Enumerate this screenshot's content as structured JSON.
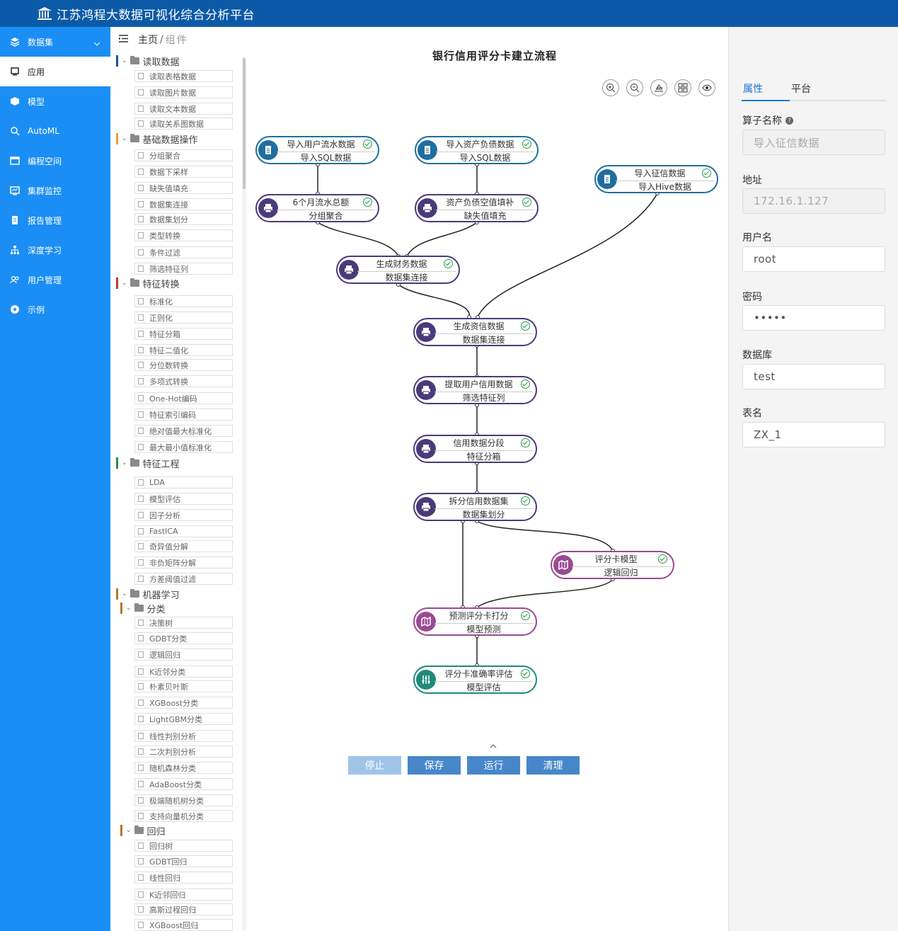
{
  "app": {
    "title": "江苏鸿程大数据可视化综合分析平台"
  },
  "sidebar": {
    "items": [
      {
        "label": "数据集",
        "icon": "layers-icon"
      },
      {
        "label": "应用",
        "icon": "monitor-icon"
      },
      {
        "label": "模型",
        "icon": "cube-icon"
      },
      {
        "label": "AutoML",
        "icon": "robot-icon"
      },
      {
        "label": "编程空间",
        "icon": "code-icon"
      },
      {
        "label": "集群监控",
        "icon": "dashboard-icon"
      },
      {
        "label": "报告管理",
        "icon": "report-icon"
      },
      {
        "label": "深度学习",
        "icon": "sitemap-icon"
      },
      {
        "label": "用户管理",
        "icon": "users-icon"
      },
      {
        "label": "示例",
        "icon": "compass-icon"
      }
    ]
  },
  "breadcrumb": {
    "home": "主页",
    "sep": "/",
    "current": "组件"
  },
  "tree": {
    "categories": [
      {
        "label": "读取数据",
        "color": "#1f4e99"
      },
      {
        "label": "基础数据操作",
        "color": "#f0a030"
      },
      {
        "label": "特征转换",
        "color": "#c0392b"
      },
      {
        "label": "特征工程",
        "color": "#2e8b3a"
      },
      {
        "label": "机器学习",
        "color": "#b8742a"
      },
      {
        "label": "分类",
        "color": "#b8742a"
      },
      {
        "label": "回归",
        "color": "#b8742a"
      }
    ],
    "leaves": [
      "读取表格数据",
      "读取图片数据",
      "读取文本数据",
      "读取关系图数据",
      "分组聚合",
      "数据下采样",
      "缺失值填充",
      "数据集连接",
      "数据集划分",
      "类型转换",
      "条件过滤",
      "筛选特征列",
      "标准化",
      "正则化",
      "特征分箱",
      "特征二值化",
      "分位数转换",
      "多项式转换",
      "One-Hot编码",
      "特征索引编码",
      "绝对值最大标准化",
      "最大最小值标准化",
      "LDA",
      "模型评估",
      "因子分析",
      "FastICA",
      "奇异值分解",
      "非负矩阵分解",
      "方差阈值过滤",
      "决策树",
      "GDBT分类",
      "逻辑回归",
      "K近邻分类",
      "朴素贝叶斯",
      "XGBoost分类",
      "LightGBM分类",
      "线性判别分析",
      "二次判别分析",
      "随机森林分类",
      "AdaBoost分类",
      "极端随机树分类",
      "支持向量机分类",
      "回归树",
      "GDBT回归",
      "线性回归",
      "K近邻回归",
      "高斯过程回归",
      "XGBoost回归"
    ]
  },
  "canvas": {
    "title": "银行信用评分卡建立流程",
    "tools": [
      "zoom-in-icon",
      "zoom-out-icon",
      "layout-icon",
      "grid-icon",
      "eye-icon"
    ],
    "nodes": [
      {
        "l1": "导入用户流水数据",
        "l2": "导入SQL数据",
        "kind": "blue"
      },
      {
        "l1": "导入资产负债数据",
        "l2": "导入SQL数据",
        "kind": "blue"
      },
      {
        "l1": "导入征信数据",
        "l2": "导入Hive数据",
        "kind": "blue"
      },
      {
        "l1": "6个月流水总额",
        "l2": "分组聚合",
        "kind": "purple"
      },
      {
        "l1": "资产负债空值填补",
        "l2": "缺失值填充",
        "kind": "purple"
      },
      {
        "l1": "生成财务数据",
        "l2": "数据集连接",
        "kind": "purple"
      },
      {
        "l1": "生成资信数据",
        "l2": "数据集连接",
        "kind": "purple"
      },
      {
        "l1": "提取用户信用数据",
        "l2": "筛选特征列",
        "kind": "purple"
      },
      {
        "l1": "信用数据分段",
        "l2": "特征分箱",
        "kind": "purple"
      },
      {
        "l1": "拆分信用数据集",
        "l2": "数据集划分",
        "kind": "purple"
      },
      {
        "l1": "评分卡模型",
        "l2": "逻辑回归",
        "kind": "mag"
      },
      {
        "l1": "预测评分卡打分",
        "l2": "模型预测",
        "kind": "mag"
      },
      {
        "l1": "评分卡准确率评估",
        "l2": "模型评估",
        "kind": "teal"
      }
    ],
    "buttons": {
      "stop": "停止",
      "save": "保存",
      "run": "运行",
      "clear": "清理"
    }
  },
  "panel": {
    "tabs": [
      "属性",
      "平台"
    ],
    "fields": [
      {
        "label": "算子名称",
        "value": "导入征信数据",
        "disabled": true
      },
      {
        "label": "地址",
        "value": "172.16.1.127",
        "disabled": true
      },
      {
        "label": "用户名",
        "value": "root"
      },
      {
        "label": "密码",
        "value": "•••••"
      },
      {
        "label": "数据库",
        "value": "test"
      },
      {
        "label": "表名",
        "value": "ZX_1"
      }
    ],
    "help": "?"
  }
}
